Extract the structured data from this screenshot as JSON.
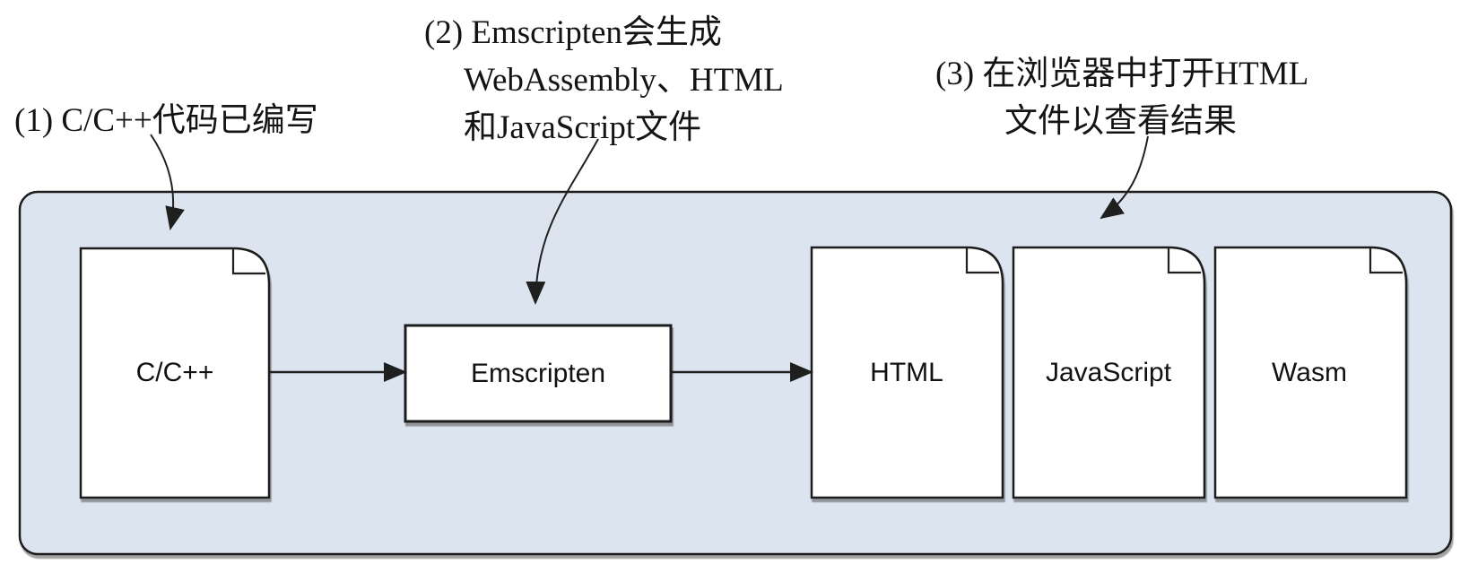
{
  "figure": {
    "description_visible_text_only": true
  },
  "colors": {
    "container_fill": "#dce4f0",
    "shape_fill": "#ffffff",
    "stroke": "#1f1f1f"
  },
  "annotations": [
    {
      "lines": [
        "(1) C/C++代码已编写"
      ]
    },
    {
      "lines": [
        "(2) Emscripten会生成",
        "WebAssembly、HTML",
        "和JavaScript文件"
      ]
    },
    {
      "lines": [
        "(3) 在浏览器中打开HTML",
        "文件以查看结果"
      ]
    }
  ],
  "nodes": {
    "cpp": {
      "label": "C/C++",
      "type": "document"
    },
    "emscripten": {
      "label": "Emscripten",
      "type": "process"
    },
    "html": {
      "label": "HTML",
      "type": "document"
    },
    "javascript": {
      "label": "JavaScript",
      "type": "document"
    },
    "wasm": {
      "label": "Wasm",
      "type": "document"
    }
  }
}
